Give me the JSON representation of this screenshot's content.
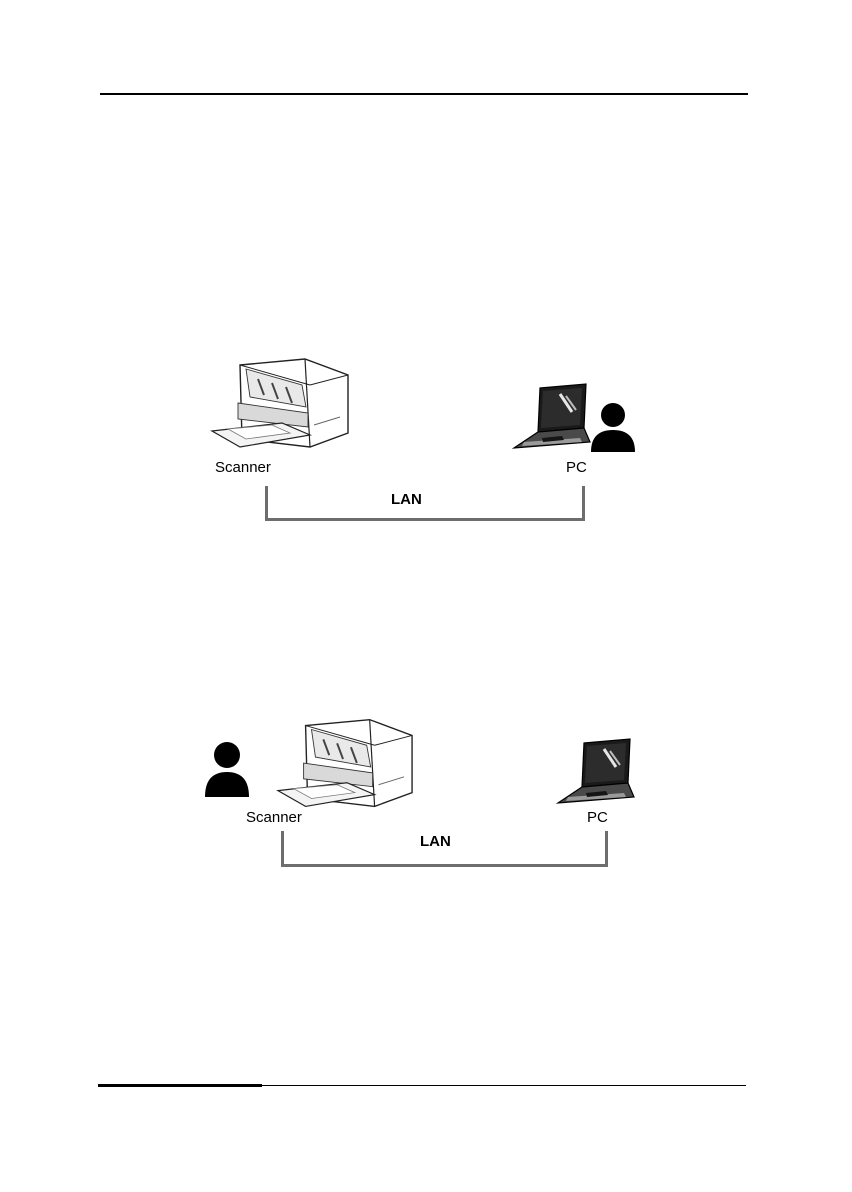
{
  "page": {
    "background": "#ffffff",
    "rule_color": "#000000",
    "line_color": "#6d6d6d"
  },
  "diagrams": [
    {
      "scanner_label": "Scanner",
      "pc_label": "PC",
      "network_label": "LAN",
      "user_position": "pc"
    },
    {
      "scanner_label": "Scanner",
      "pc_label": "PC",
      "network_label": "LAN",
      "user_position": "scanner"
    }
  ]
}
